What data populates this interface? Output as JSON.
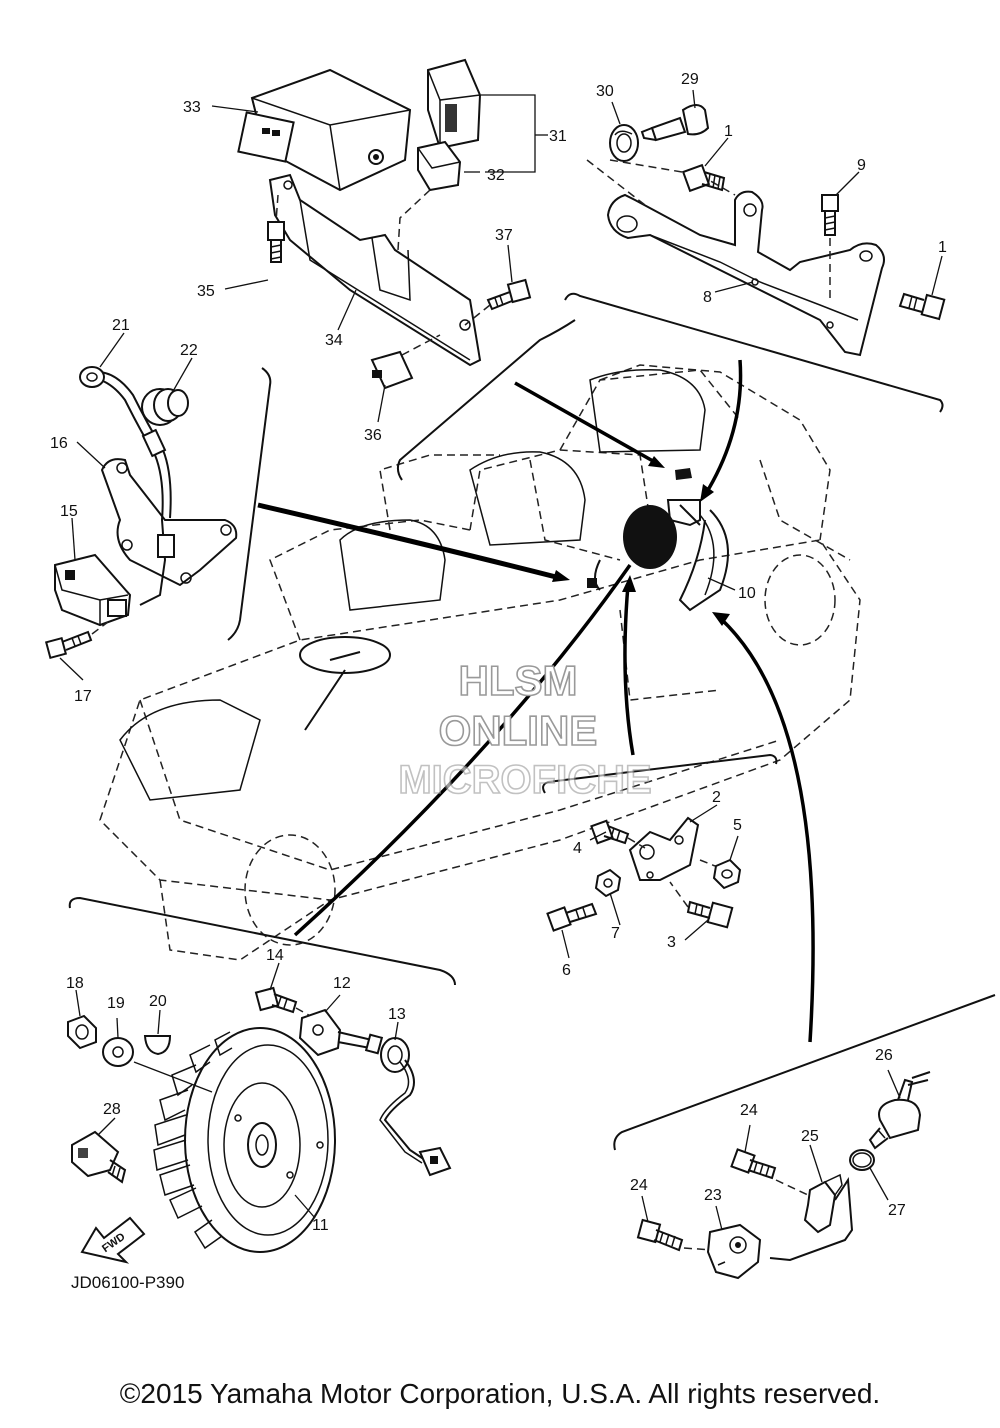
{
  "diagram": {
    "code": "JD06100-P390",
    "fwd_label": "FWD",
    "copyright": "©2015 Yamaha Motor Corporation, U.S.A. All rights reserved.",
    "watermark": [
      "HLSM",
      "ONLINE",
      "MICROFICHE"
    ],
    "callouts": {
      "p1a": "1",
      "p1b": "1",
      "p2": "2",
      "p3": "3",
      "p4": "4",
      "p5": "5",
      "p6": "6",
      "p7": "7",
      "p8": "8",
      "p9": "9",
      "p10": "10",
      "p11": "11",
      "p12": "12",
      "p13": "13",
      "p14": "14",
      "p15": "15",
      "p16": "16",
      "p17": "17",
      "p18": "18",
      "p19": "19",
      "p20": "20",
      "p21": "21",
      "p22": "22",
      "p23": "23",
      "p24a": "24",
      "p24b": "24",
      "p25": "25",
      "p26": "26",
      "p27": "27",
      "p28": "28",
      "p29": "29",
      "p30": "30",
      "p31": "31",
      "p32": "32",
      "p33": "33",
      "p34": "34",
      "p35": "35",
      "p36": "36",
      "p37": "37"
    }
  }
}
